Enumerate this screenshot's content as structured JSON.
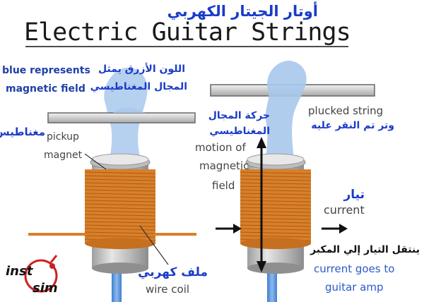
{
  "title_arabic": "أوتار الجيتار الكهربي",
  "title_english": "Electric Guitar Strings",
  "legend": {
    "english": [
      "blue represents",
      "magnetic field"
    ],
    "arabic": [
      "اللون الأزرق يمثل",
      "المجال المغناطيسي"
    ]
  },
  "magnet_arabic": "مغناطيس",
  "pickup_magnet_english": [
    "pickup",
    "magnet"
  ],
  "motion_arabic": [
    "حركة المجال",
    "المغناطيسي"
  ],
  "motion_english": [
    "motion of",
    "magnetic",
    "field"
  ],
  "plucked_string_english": "plucked string",
  "plucked_string_arabic": "وتر تم النقر عليه",
  "current_arabic": "تيار",
  "current_english": "current",
  "current_goes_arabic": "ينتقل التيار إلي المكبر",
  "current_goes_english": [
    "current goes to",
    "guitar amp"
  ],
  "wire_coil_arabic": "ملف كهربي",
  "wire_coil_english": "wire coil",
  "logo": {
    "top": "inst",
    "bottom": "sim"
  },
  "colors": {
    "coil": "#d97f2a",
    "field": "#a9c8ec",
    "cylinder": "#d9d9d9",
    "arabic_text": "#1a3cc8",
    "logo_red": "#cc2222"
  }
}
